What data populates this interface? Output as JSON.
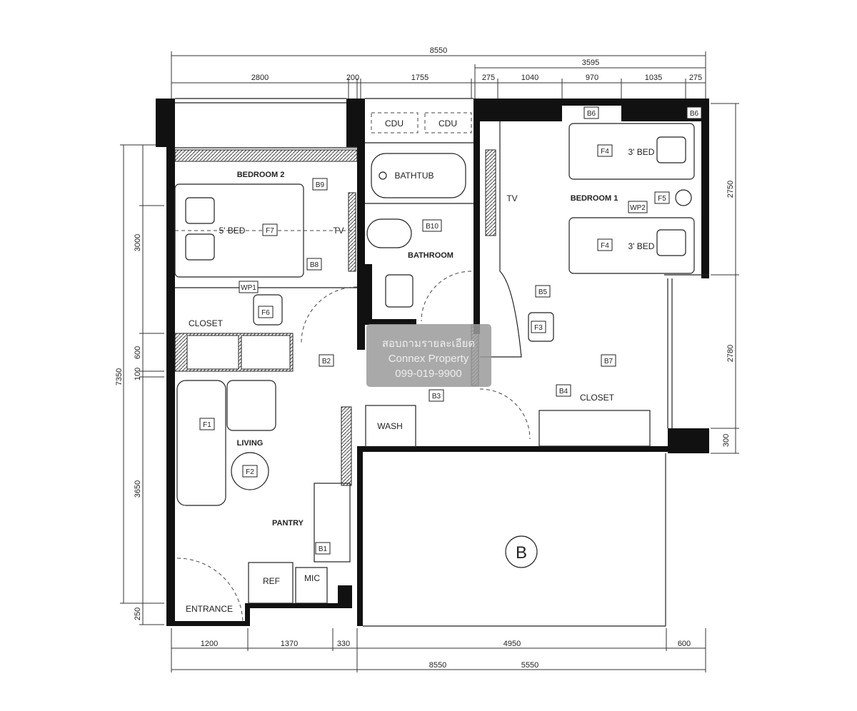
{
  "dimensions": {
    "top_total": "8550",
    "top_right_group": "3595",
    "top_segments": [
      "2800",
      "200",
      "1755",
      "275",
      "1040",
      "970",
      "1035",
      "275"
    ],
    "left_total": "7350",
    "left_segments": [
      "3000",
      "600",
      "100",
      "3650",
      "250"
    ],
    "right_segments": [
      "2750",
      "2780",
      "300"
    ],
    "bottom_segments": [
      "1200",
      "1370",
      "330",
      "4950",
      "600"
    ],
    "bottom_totals": [
      "8550",
      "5550"
    ]
  },
  "rooms": {
    "bedroom2": "BEDROOM 2",
    "bedroom1": "BEDROOM 1",
    "bathroom": "BATHROOM",
    "living": "LIVING",
    "pantry": "PANTRY",
    "entrance": "ENTRANCE",
    "balcony_zone": "B"
  },
  "fixtures": {
    "bathtub": "BATHTUB",
    "cdu": [
      "CDU",
      "CDU"
    ],
    "closet": [
      "CLOSET",
      "CLOSET"
    ],
    "wash": "WASH",
    "ref": "REF",
    "mic": "MIC",
    "tv": [
      "TV",
      "TV"
    ],
    "bed_5": "5' BED",
    "bed_3": [
      "3' BED",
      "3' BED"
    ]
  },
  "tags": {
    "b1": "B1",
    "b2": "B2",
    "b3": "B3",
    "b4": "B4",
    "b5": "B5",
    "b6a": "B6",
    "b6b": "B6",
    "b7": "B7",
    "b8": "B8",
    "b9": "B9",
    "b10": "B10",
    "f1": "F1",
    "f2": "F2",
    "f3": "F3",
    "f4a": "F4",
    "f4b": "F4",
    "f5": "F5",
    "f6": "F6",
    "f7": "F7",
    "wp1": "WP1",
    "wp2": "WP2"
  },
  "watermark": {
    "line1": "สอบถามรายละเอียด",
    "line2": "Connex Property",
    "line3": "099-019-9900"
  }
}
